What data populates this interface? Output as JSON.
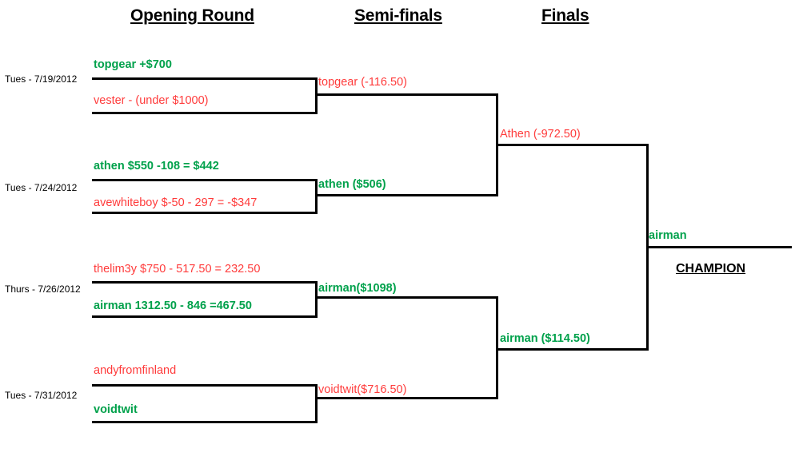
{
  "headings": {
    "opening_round": "Opening Round",
    "semi_finals": "Semi-finals",
    "finals": "Finals"
  },
  "champion": {
    "name": "airman",
    "label": "CHAMPION"
  },
  "colors": {
    "winner_green": "#00a14b",
    "loser_red": "#ff3b3b",
    "line_black": "#000000",
    "background": "#ffffff"
  },
  "opening_round": [
    {
      "date": "Tues - 7/19/2012",
      "top": {
        "text": "topgear +$700",
        "result": "win"
      },
      "bottom": {
        "text": "vester - (under $1000)",
        "result": "loss"
      }
    },
    {
      "date": "Tues - 7/24/2012",
      "top": {
        "text": "athen $550 -108 = $442",
        "result": "win"
      },
      "bottom": {
        "text": "avewhiteboy $-50 - 297 = -$347",
        "result": "loss"
      }
    },
    {
      "date": "Thurs - 7/26/2012",
      "top": {
        "text": "thelim3y $750 - 517.50 = 232.50",
        "result": "loss"
      },
      "bottom": {
        "text": "airman 1312.50 - 846 =467.50",
        "result": "win"
      }
    },
    {
      "date": "Tues - 7/31/2012",
      "top": {
        "text": "andyfromfinland",
        "result": "loss"
      },
      "bottom": {
        "text": "voidtwit",
        "result": "win"
      }
    }
  ],
  "semi_finals": [
    {
      "text": "topgear (-116.50)",
      "result": "loss"
    },
    {
      "text": "athen ($506)",
      "result": "win"
    },
    {
      "text": "airman($1098)",
      "result": "win"
    },
    {
      "text": "voidtwit($716.50)",
      "result": "loss"
    }
  ],
  "finals": [
    {
      "text": "Athen (-972.50)",
      "result": "loss"
    },
    {
      "text": "airman ($114.50)",
      "result": "win"
    }
  ]
}
